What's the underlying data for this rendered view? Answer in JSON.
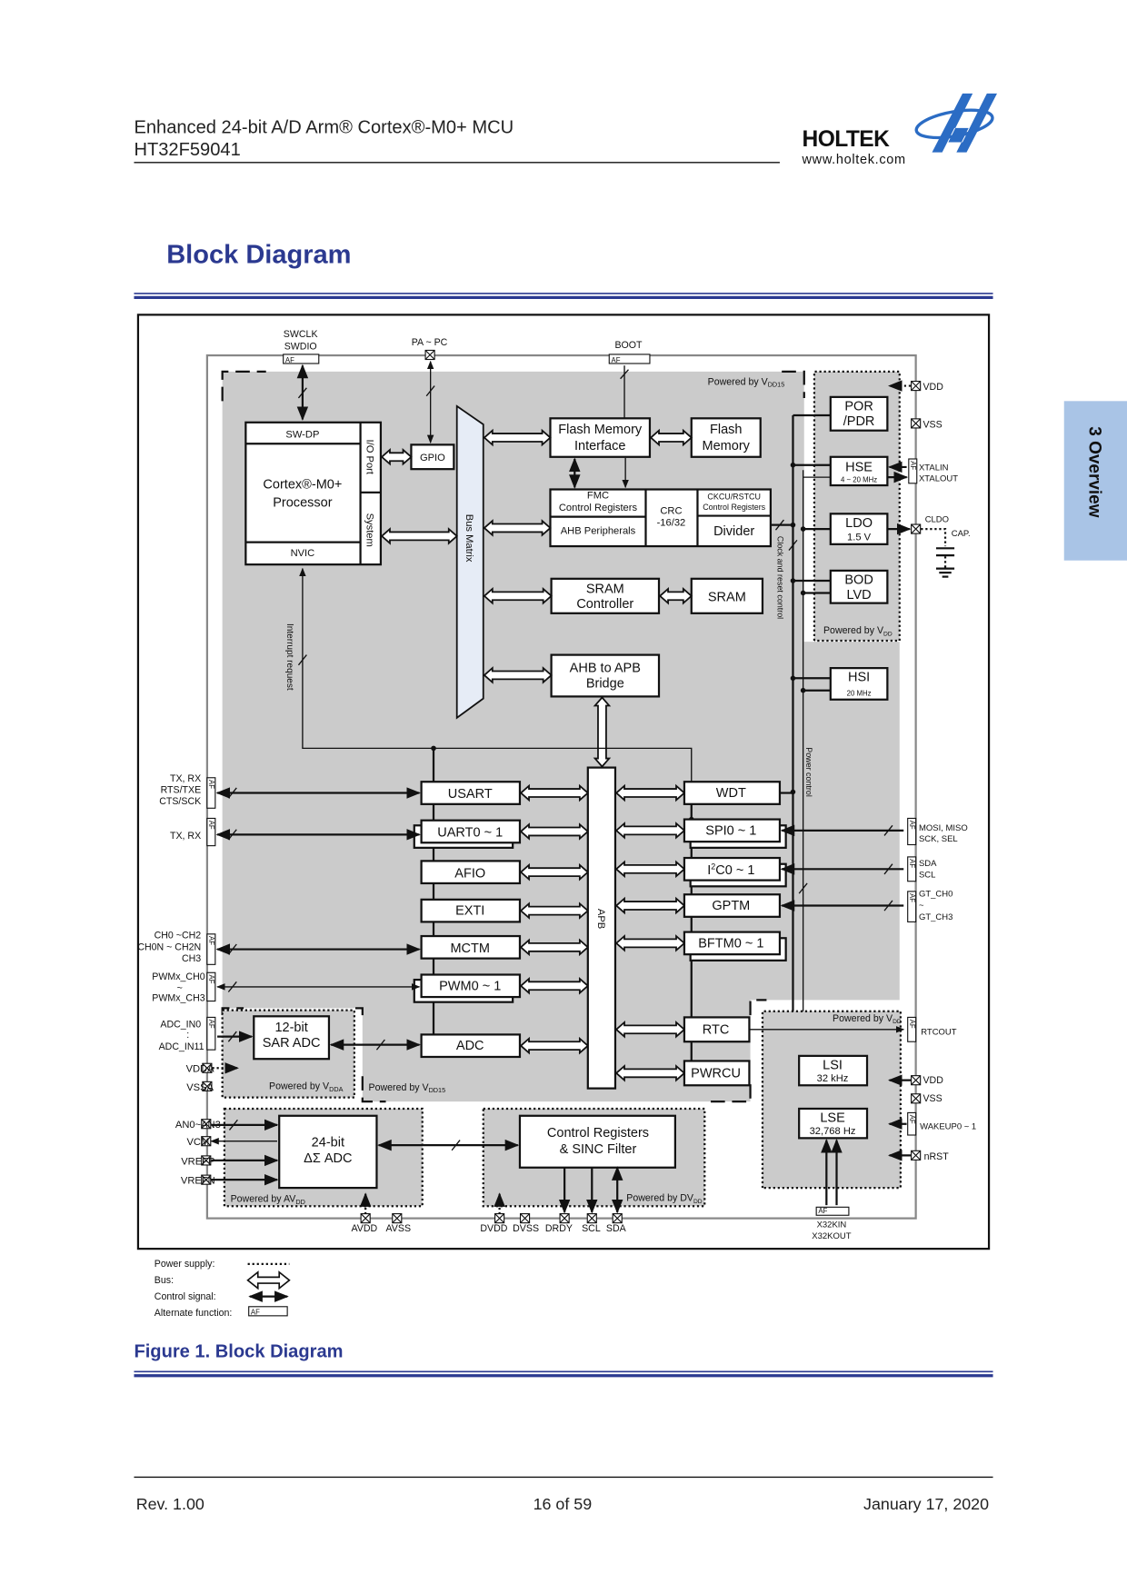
{
  "header": {
    "title_line1": "Enhanced 24-bit A/D Arm® Cortex®-M0+ MCU",
    "title_line2": "HT32F59041",
    "logo_text": "HOLTEK",
    "website": "www.holtek.com"
  },
  "side_tab": {
    "label": "3 Overview"
  },
  "section_title": "Block Diagram",
  "diagram": {
    "top_pins": {
      "swclk": "SWCLK",
      "swdio": "SWDIO",
      "pa_pc": "PA ~ PC",
      "boot": "BOOT"
    },
    "af": "AF",
    "powered_vdd15": "Powered by V",
    "sub_dd15": "DD15",
    "powered_vdd": "Powered by V",
    "sub_dd": "DD",
    "powered_vdda": "Powered by V",
    "sub_dda": "DDA",
    "powered_avdd": "Powered by AV",
    "powered_dvdd": "Powered by DV",
    "blocks": {
      "swdp": "SW-DP",
      "cortex1": "Cortex®-M0+",
      "cortex2": "Processor",
      "nvic": "NVIC",
      "ioport": "I/O Port",
      "system": "System",
      "gpio": "GPIO",
      "busmatrix": "Bus Matrix",
      "fmi1": "Flash Memory",
      "fmi2": "Interface",
      "flash1": "Flash",
      "flash2": "Memory",
      "fmc1": "FMC",
      "fmc2": "Control Registers",
      "ahbp": "AHB Peripherals",
      "crc1": "CRC",
      "crc2": "-16/32",
      "ckcu1": "CKCU/RSTCU",
      "ckcu2": "Control Registers",
      "divider": "Divider",
      "sramc1": "SRAM",
      "sramc2": "Controller",
      "sram": "SRAM",
      "bridge1": "AHB to APB",
      "bridge2": "Bridge",
      "por1": "POR",
      "por2": "/PDR",
      "hse": "HSE",
      "hse_f": "4 ~ 20 MHz",
      "ldo": "LDO",
      "ldo_v": "1.5 V",
      "bod": "BOD",
      "lvd": "LVD",
      "hsi": "HSI",
      "hsi_f": "20 MHz",
      "apb": "APB",
      "usart": "USART",
      "uart": "UART0 ~ 1",
      "afio": "AFIO",
      "exti": "EXTI",
      "mctm": "MCTM",
      "pwm": "PWM0 ~ 1",
      "adc": "ADC",
      "wdt": "WDT",
      "spi": "SPI0 ~ 1",
      "i2c_pre": "I",
      "i2c_sup": "2",
      "i2c_post": "C0 ~ 1",
      "gptm": "GPTM",
      "bftm": "BFTM0 ~ 1",
      "rtc": "RTC",
      "pwrcu": "PWRCU",
      "sar1": "12-bit",
      "sar2": "SAR ADC",
      "lsi": "LSI",
      "lsi_f": "32 kHz",
      "lse": "LSE",
      "lse_f": "32,768 Hz",
      "dsadc1": "24-bit",
      "dsadc2": "ΔΣ ADC",
      "ctrl1": "Control Registers",
      "ctrl2": "& SINC Filter"
    },
    "labels": {
      "interrupt": "Interrupt request",
      "clock_reset": "Clock and reset  control",
      "power_control": "Power control"
    },
    "left_pins": {
      "usart1": "TX, RX",
      "usart2": "RTS/TXE",
      "usart3": "CTS/SCK",
      "uart": "TX, RX",
      "mctm1": "CH0 ~CH2",
      "mctm2": "CH0N ~ CH2N",
      "mctm3": "CH3",
      "pwm1": "PWMx_CH0",
      "pwm2": "~",
      "pwm3": "PWMx_CH3",
      "adc1": "ADC_IN0",
      "adc2": ":",
      "adc3": "ADC_IN11",
      "vdda": "VDDA",
      "vssa": "VSSA",
      "an": "AN0~AN3",
      "vcm": "VCM",
      "vrefp": "VREFP",
      "vrefn": "VREFN"
    },
    "right_pins": {
      "vdd": "VDD",
      "vss": "VSS",
      "xtalin": "XTALIN",
      "xtalout": "XTALOUT",
      "cldo": "CLDO",
      "cap": "CAP.",
      "spi1": "MOSI, MISO",
      "spi2": "SCK, SEL",
      "i2c1": "SDA",
      "i2c2": "SCL",
      "gt1": "GT_CH0",
      "gt2": "~",
      "gt3": "GT_CH3",
      "rtcout": "RTCOUT",
      "vdd2": "VDD",
      "vss2": "VSS",
      "wakeup": "WAKEUP0 ~ 1",
      "nrst": "nRST"
    },
    "bottom_pins": {
      "avdd": "AVDD",
      "avss": "AVSS",
      "dvdd": "DVDD",
      "dvss": "DVSS",
      "drdy": "DRDY",
      "scl": "SCL",
      "sda": "SDA",
      "x32kin": "X32KIN",
      "x32kout": "X32KOUT"
    }
  },
  "legend": {
    "power": "Power supply:",
    "bus": "Bus:",
    "control": "Control signal:",
    "af": "Alternate function:"
  },
  "figure_caption": "Figure 1.  Block Diagram",
  "footer": {
    "rev": "Rev. 1.00",
    "page": "16 of 59",
    "date": "January 17, 2020"
  },
  "colors": {
    "title_blue": "#2b3990",
    "tab_blue": "#a9c4e6",
    "region_gray": "#cbcbcb",
    "bus_matrix": "#e6ecf6"
  }
}
